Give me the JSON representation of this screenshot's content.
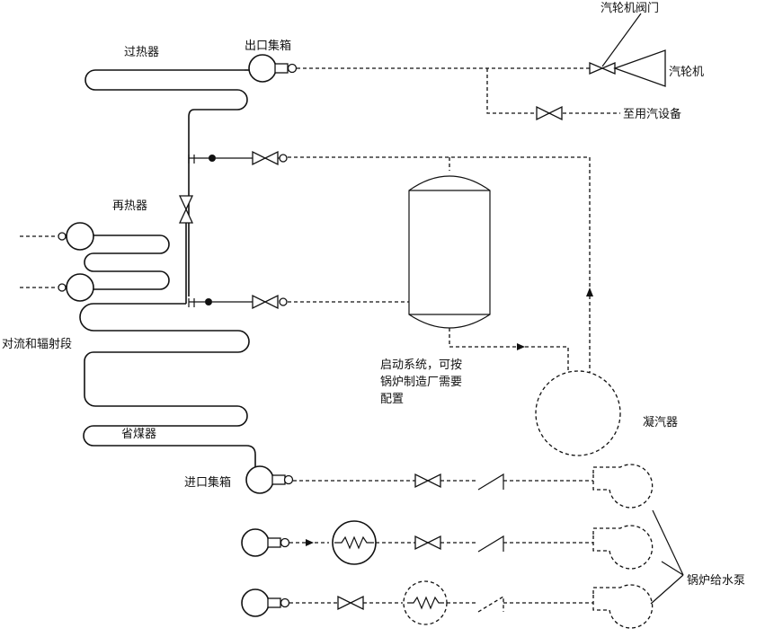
{
  "labels": {
    "superheater": "过热器",
    "outlet_header": "出口集箱",
    "turbine_valve": "汽轮机阀门",
    "turbine": "汽轮机",
    "steam_equipment": "至用汽设备",
    "reheater": "再热器",
    "convection_radiant": "对流和辐射段",
    "economizer": "省煤器",
    "inlet_header": "进口集箱",
    "startup_line1": "启动系统，可按",
    "startup_line2": "锅炉制造厂需要",
    "startup_line3": "配置",
    "condenser": "凝汽器",
    "feed_pumps": "锅炉给水泵"
  }
}
